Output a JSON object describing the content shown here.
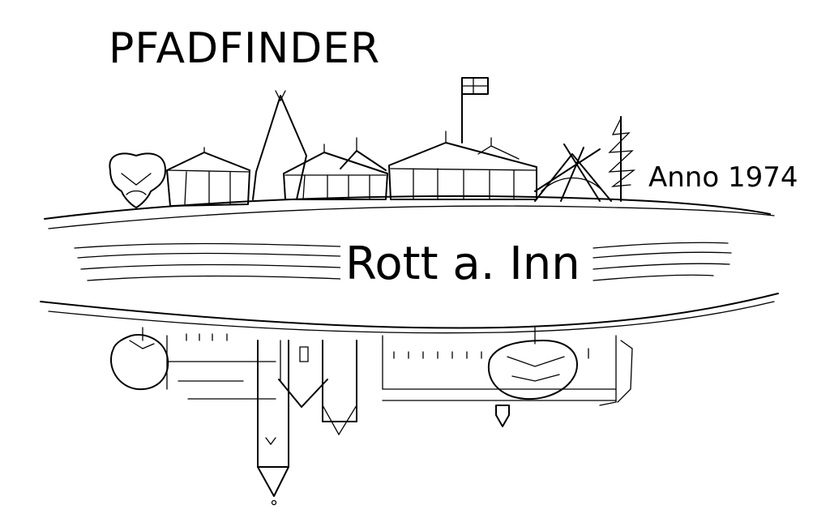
{
  "title": "PFADFINDER",
  "year_label": "Anno 1974",
  "place_label": "Rott a. Inn",
  "colors": {
    "ink": "#000000",
    "background": "#ffffff"
  },
  "icons": [
    "scout-lily-emblem",
    "tent",
    "teepee",
    "flag",
    "fir-tree",
    "tree",
    "church-tower",
    "water-waves"
  ]
}
